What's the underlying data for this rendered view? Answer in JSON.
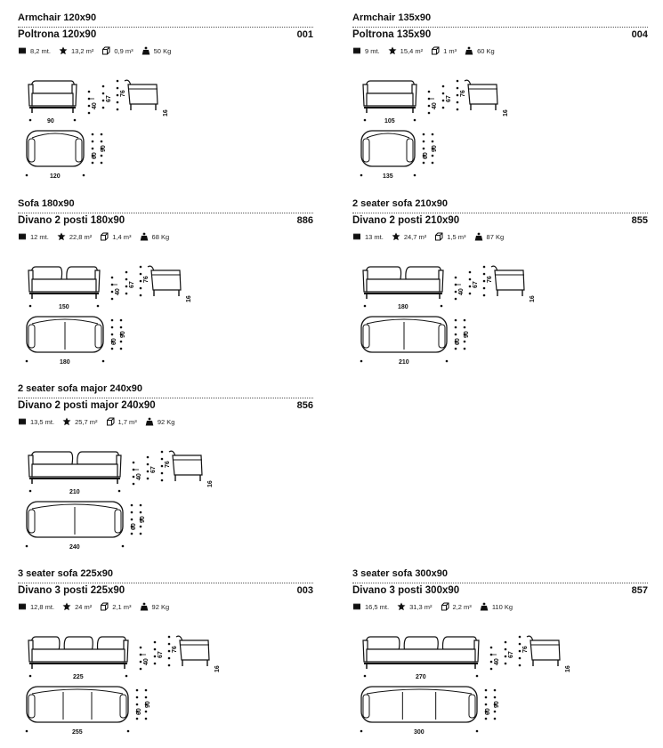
{
  "products": [
    {
      "name_en": "Armchair 120x90",
      "name_it": "Poltrona 120x90",
      "code": "001",
      "specs": {
        "fabric": "8,2 mt.",
        "leather": "13,2 m²",
        "volume": "0,9 m³",
        "weight": "50 Kg"
      },
      "dims": {
        "front_width": "90",
        "plan_width": "120",
        "seat_height": "40",
        "arm_height": "67",
        "back_height": "76",
        "leg_height": "16",
        "depth_inner": "60",
        "depth": "90"
      }
    },
    {
      "name_en": "Armchair 135x90",
      "name_it": "Poltrona 135x90",
      "code": "004",
      "specs": {
        "fabric": "9 mt.",
        "leather": "15,4 m²",
        "volume": "1 m³",
        "weight": "60 Kg"
      },
      "dims": {
        "front_width": "105",
        "plan_width": "135",
        "seat_height": "40",
        "arm_height": "67",
        "back_height": "76",
        "leg_height": "16",
        "depth_inner": "60",
        "depth": "90"
      }
    },
    {
      "name_en": "Sofa 180x90",
      "name_it": "Divano 2 posti 180x90",
      "code": "886",
      "specs": {
        "fabric": "12 mt.",
        "leather": "22,8 m²",
        "volume": "1,4 m³",
        "weight": "68 Kg"
      },
      "dims": {
        "front_width": "150",
        "plan_width": "180",
        "seat_height": "40",
        "arm_height": "67",
        "back_height": "76",
        "leg_height": "16",
        "depth_inner": "60",
        "depth": "90"
      }
    },
    {
      "name_en": "2 seater sofa 210x90",
      "name_it": "Divano 2 posti 210x90",
      "code": "855",
      "specs": {
        "fabric": "13 mt.",
        "leather": "24,7 m²",
        "volume": "1,5 m³",
        "weight": "87 Kg"
      },
      "dims": {
        "front_width": "180",
        "plan_width": "210",
        "seat_height": "40",
        "arm_height": "67",
        "back_height": "76",
        "leg_height": "16",
        "depth_inner": "60",
        "depth": "90"
      }
    },
    {
      "name_en": "2 seater sofa major 240x90",
      "name_it": "Divano 2 posti major 240x90",
      "code": "856",
      "specs": {
        "fabric": "13,5 mt.",
        "leather": "25,7 m²",
        "volume": "1,7 m³",
        "weight": "92 Kg"
      },
      "dims": {
        "front_width": "210",
        "plan_width": "240",
        "seat_height": "40",
        "arm_height": "67",
        "back_height": "76",
        "leg_height": "16",
        "depth_inner": "60",
        "depth": "90"
      }
    },
    {
      "name_en": "3 seater sofa 225x90",
      "name_it": "Divano 3 posti 225x90",
      "code": "003",
      "specs": {
        "fabric": "12,8 mt.",
        "leather": "24 m²",
        "volume": "2,1 m³",
        "weight": "92 Kg"
      },
      "dims": {
        "front_width": "225",
        "plan_width": "255",
        "seat_height": "40",
        "arm_height": "67",
        "back_height": "76",
        "leg_height": "16",
        "depth_inner": "60",
        "depth": "90"
      }
    },
    {
      "name_en": "3 seater sofa 300x90",
      "name_it": "Divano 3 posti 300x90",
      "code": "857",
      "specs": {
        "fabric": "16,5 mt.",
        "leather": "31,3 m²",
        "volume": "2,2 m³",
        "weight": "110 Kg"
      },
      "dims": {
        "front_width": "270",
        "plan_width": "300",
        "seat_height": "40",
        "arm_height": "67",
        "back_height": "76",
        "leg_height": "16",
        "depth_inner": "60",
        "depth": "90"
      }
    }
  ],
  "icons": {
    "fabric": "fabric-swatch-icon",
    "leather": "leather-hide-icon",
    "volume": "package-box-icon",
    "weight": "weight-icon"
  }
}
